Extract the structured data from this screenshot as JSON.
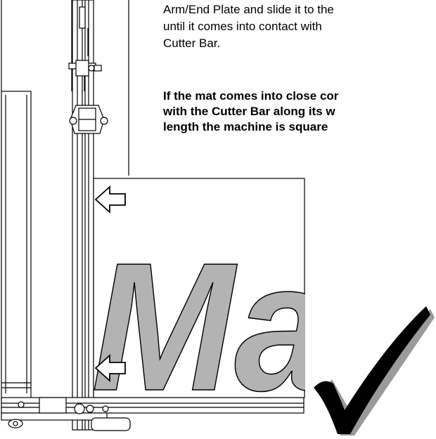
{
  "instructions": {
    "lines": [
      "Arm/End Plate and slide it to the",
      "until it comes into contact with",
      "Cutter Bar."
    ]
  },
  "note": {
    "lines": [
      "If the mat comes into close cor",
      "with the Cutter Bar along its w",
      "length the machine is square"
    ]
  },
  "figure": {
    "mat_label": "Mat",
    "icons": [
      "arrow-left-icon",
      "arrow-left-icon",
      "checkmark-icon"
    ],
    "colors": {
      "outline": "#000000",
      "mat_letters": "#b3b3b3",
      "check_shadow": "#9a9a9a"
    }
  }
}
